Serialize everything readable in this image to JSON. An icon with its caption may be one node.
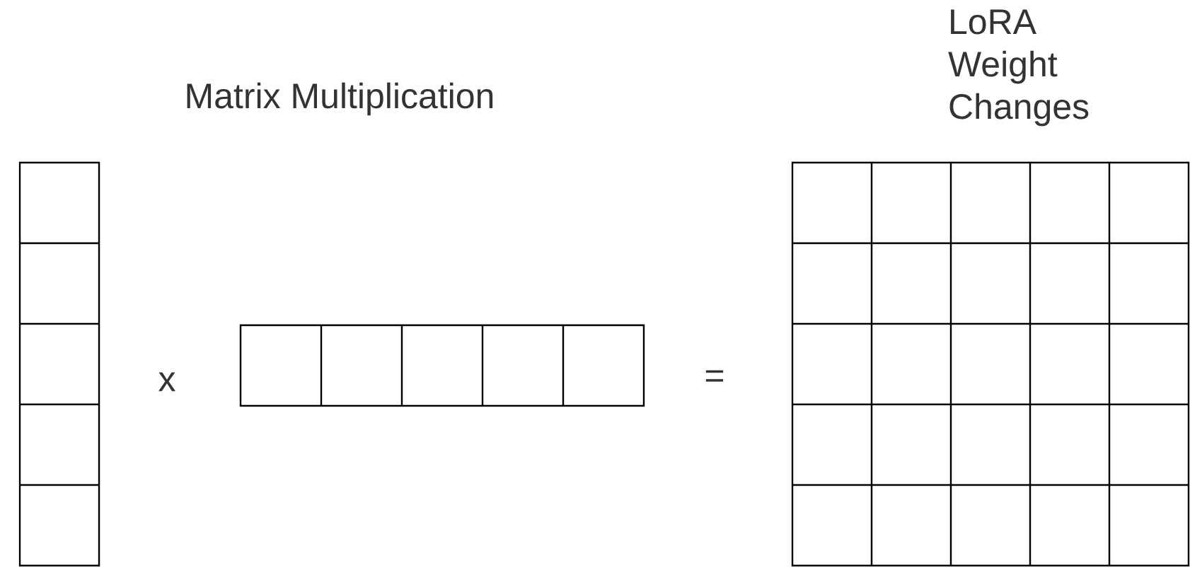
{
  "diagram": {
    "labels": [
      "Matrix Multiplication",
      "LoRA Weight Changes",
      "x",
      "="
    ]
  }
}
